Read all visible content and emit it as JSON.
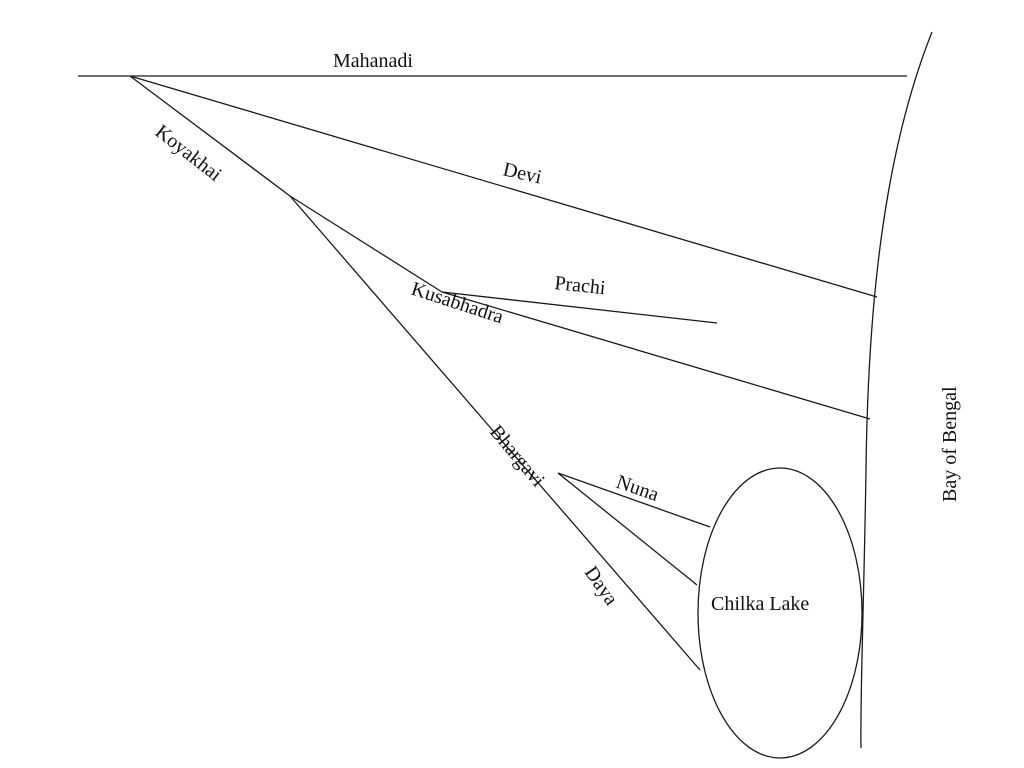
{
  "diagram": {
    "rivers": {
      "mahanadi": "Mahanadi",
      "koyakhai": "Koyakhai",
      "devi": "Devi",
      "kusabhadra": "Kusabhadra",
      "prachi": "Prachi",
      "bhargavi": "Bhargavi",
      "nuna": "Nuna",
      "daya": "Daya"
    },
    "water_bodies": {
      "lake": "Chilka Lake",
      "sea": "Bay of Bengal"
    }
  }
}
